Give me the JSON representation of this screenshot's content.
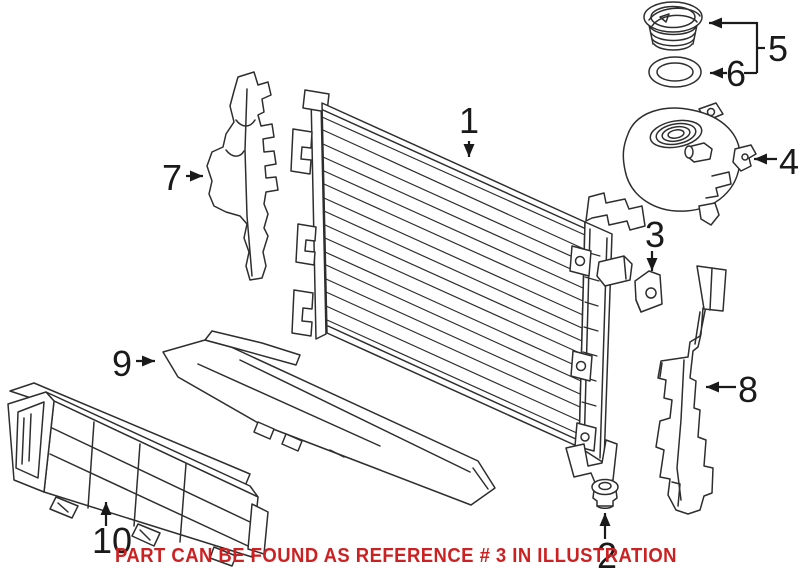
{
  "colors": {
    "ink": "#2e2e2e",
    "label_ink": "#1a1a1a",
    "caption": "#cc2122",
    "background": "#ffffff"
  },
  "caption": "PART CAN BE FOUND AS REFERENCE # 3 IN ILLUSTRATION",
  "labels": [
    "1",
    "2",
    "3",
    "4",
    "5",
    "6",
    "7",
    "8",
    "9",
    "10"
  ]
}
